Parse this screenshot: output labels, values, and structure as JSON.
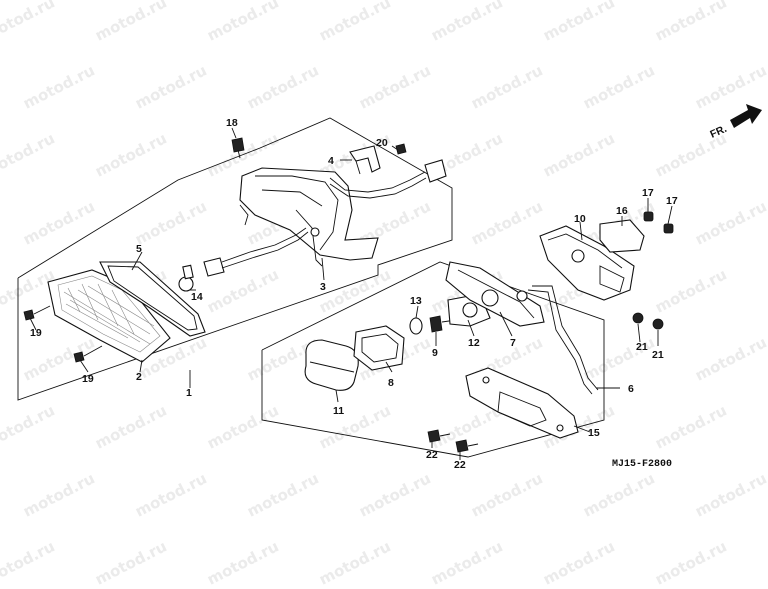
{
  "watermark": "motod.ru",
  "diagram_code": "MJ15-F2800",
  "direction_label": "FR.",
  "callouts": [
    "1",
    "2",
    "3",
    "4",
    "5",
    "6",
    "7",
    "8",
    "9",
    "10",
    "11",
    "12",
    "13",
    "14",
    "15",
    "16",
    "17",
    "17",
    "18",
    "19",
    "19",
    "20",
    "21",
    "21",
    "22",
    "22"
  ],
  "colors": {
    "line": "#111111",
    "watermark": "#ebebeb",
    "background": "#ffffff"
  }
}
